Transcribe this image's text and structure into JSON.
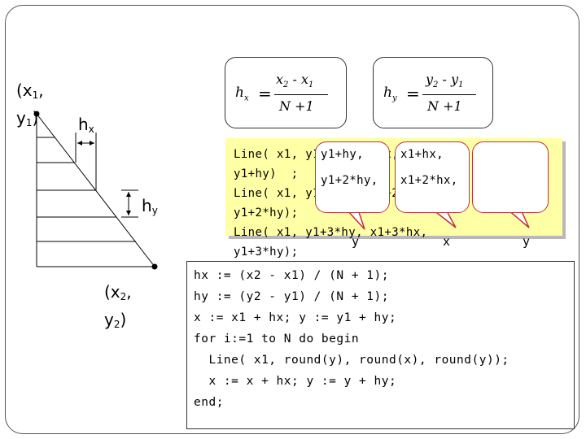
{
  "diagram": {
    "point1_label": "(x",
    "point1_sub": "1",
    "point1_label_y": "y",
    "point1_sub_y": "1",
    "point2_label": "(x",
    "point2_sub": "2",
    "point2_label_y": "y",
    "point2_sub_y": "2",
    "hx_label": "h",
    "hx_sub": "x",
    "hy_label": "h",
    "hy_sub": "y"
  },
  "formulas": {
    "hx": {
      "lhs": "h",
      "lhs_sub": "x",
      "num": "x",
      "num_a_sub": "2",
      "minus": "-",
      "num_b": "x",
      "num_b_sub": "1",
      "den": "N +1"
    },
    "hy": {
      "lhs": "h",
      "lhs_sub": "y",
      "num": "y",
      "num_a_sub": "2",
      "minus": "-",
      "num_b": "y",
      "num_b_sub": "1",
      "den": "N +1"
    }
  },
  "code_yellow": [
    "Line( x1, y1+hy, x1+hx,",
    "y1+hy)  ;",
    "Line( x1, y1+2*hy, x1+2*hx,",
    "y1+2*hy);",
    "Line( x1, y1+3*hy, x1+3*hx,",
    "y1+3*hy);"
  ],
  "bubbles": {
    "b1": "y1+hy,\n\ny1+2*hy,",
    "b2": "x1+hx,\n\nx1+2*hx,",
    "b3": "",
    "tag1": "y",
    "tag2": "x",
    "tag3": "y"
  },
  "pascal": [
    "hx := (x2 - x1) / (N + 1);",
    "hy := (y2 - y1) / (N + 1);",
    "x := x1 + hx; y := y1 + hy;",
    "for i:=1 to N do begin",
    "  Line( x1, round(y), round(x), round(y));",
    "  x := x + hx; y := y + hy;",
    "end;"
  ],
  "colors": {
    "bubble_border": "#c0303a",
    "code_bg": "#ffffa6"
  }
}
